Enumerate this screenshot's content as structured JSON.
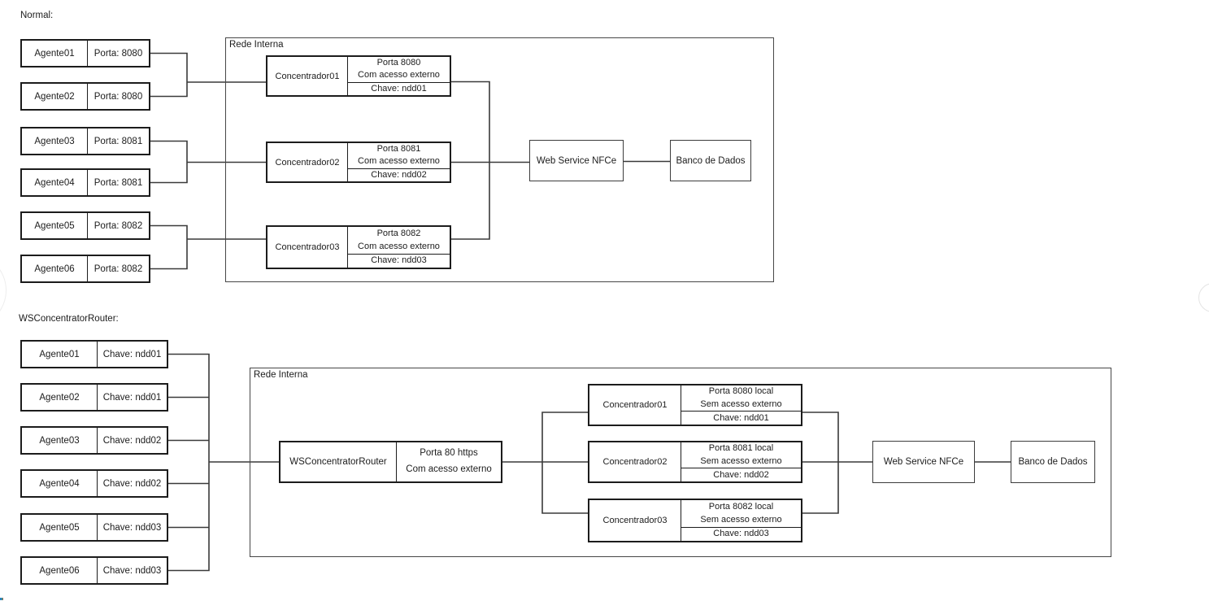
{
  "normal": {
    "section_label": "Normal:",
    "network_label": "Rede Interna",
    "agents": [
      {
        "name": "Agente01",
        "info": "Porta: 8080"
      },
      {
        "name": "Agente02",
        "info": "Porta: 8080"
      },
      {
        "name": "Agente03",
        "info": "Porta: 8081"
      },
      {
        "name": "Agente04",
        "info": "Porta: 8081"
      },
      {
        "name": "Agente05",
        "info": "Porta: 8082"
      },
      {
        "name": "Agente06",
        "info": "Porta: 8082"
      }
    ],
    "concentrators": [
      {
        "name": "Concentrador01",
        "porta": "Porta 8080",
        "acesso": "Com acesso externo",
        "chave": "Chave: ndd01"
      },
      {
        "name": "Concentrador02",
        "porta": "Porta 8081",
        "acesso": "Com acesso externo",
        "chave": "Chave: ndd02"
      },
      {
        "name": "Concentrador03",
        "porta": "Porta 8082",
        "acesso": "Com acesso externo",
        "chave": "Chave: ndd03"
      }
    ],
    "webservice_label": "Web Service NFCe",
    "database_label": "Banco de Dados"
  },
  "wsrouter": {
    "section_label": "WSConcentratorRouter:",
    "network_label": "Rede Interna",
    "agents": [
      {
        "name": "Agente01",
        "info": "Chave: ndd01"
      },
      {
        "name": "Agente02",
        "info": "Chave: ndd01"
      },
      {
        "name": "Agente03",
        "info": "Chave: ndd02"
      },
      {
        "name": "Agente04",
        "info": "Chave: ndd02"
      },
      {
        "name": "Agente05",
        "info": "Chave: ndd03"
      },
      {
        "name": "Agente06",
        "info": "Chave: ndd03"
      }
    ],
    "router": {
      "name": "WSConcentratorRouter",
      "porta": "Porta 80 https",
      "acesso": "Com acesso externo"
    },
    "concentrators": [
      {
        "name": "Concentrador01",
        "porta": "Porta 8080 local",
        "acesso": "Sem acesso externo",
        "chave": "Chave: ndd01"
      },
      {
        "name": "Concentrador02",
        "porta": "Porta 8081 local",
        "acesso": "Sem acesso externo",
        "chave": "Chave: ndd02"
      },
      {
        "name": "Concentrador03",
        "porta": "Porta 8082 local",
        "acesso": "Sem acesso externo",
        "chave": "Chave: ndd03"
      }
    ],
    "webservice_label": "Web Service NFCe",
    "database_label": "Banco de Dados"
  },
  "colors": {
    "line": "#3a3a3a",
    "box_border": "#1c1c1c",
    "network_border": "#474747",
    "text": "#1c1c1c"
  }
}
